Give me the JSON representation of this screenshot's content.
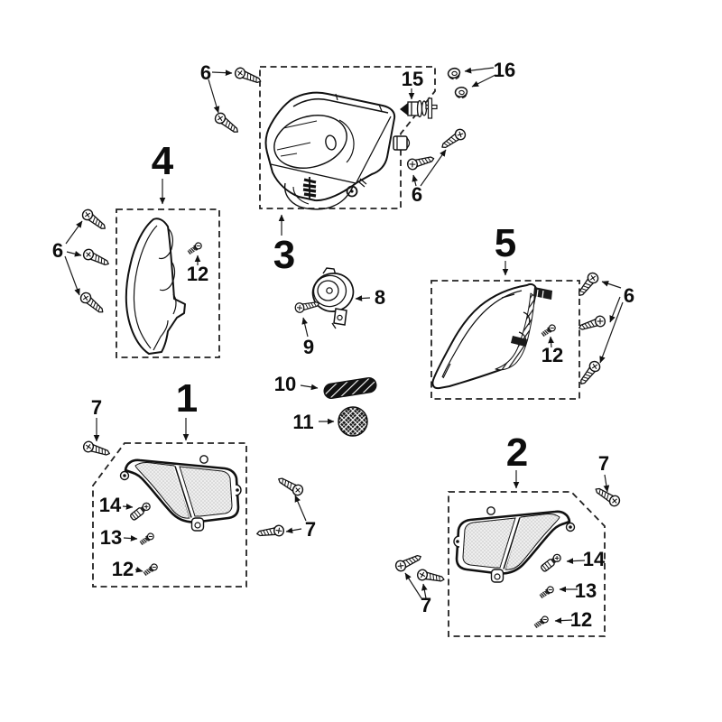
{
  "diagram": {
    "type": "exploded-parts-diagram",
    "background_color": "#ffffff",
    "line_color": "#1a1a1a",
    "box_style": "dashed",
    "callouts": {
      "c1": "1",
      "c2": "2",
      "c3": "3",
      "c4": "4",
      "c5": "5",
      "c6": "6",
      "c7": "7",
      "c8": "8",
      "c9": "9",
      "c10": "10",
      "c11": "11",
      "c12": "12",
      "c13": "13",
      "c14": "14",
      "c15": "15",
      "c16": "16"
    }
  }
}
